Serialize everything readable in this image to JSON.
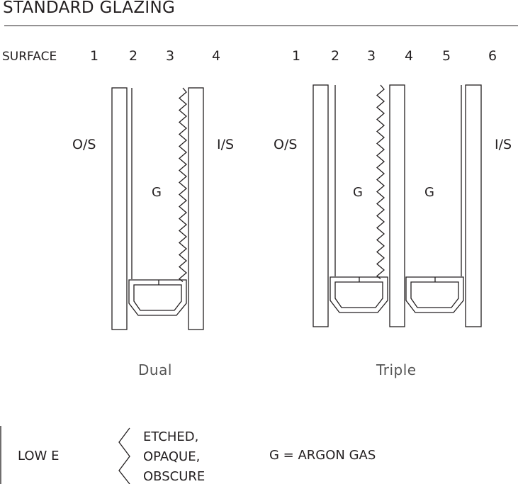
{
  "title": "STANDARD GLAZING",
  "surface_label": "SURFACE",
  "dual": {
    "surfaces": [
      "1",
      "2",
      "3",
      "4"
    ],
    "outside_label": "O/S",
    "inside_label": "I/S",
    "gas_label": "G",
    "caption": "Dual"
  },
  "triple": {
    "surfaces": [
      "1",
      "2",
      "3",
      "4",
      "5",
      "6"
    ],
    "outside_label": "O/S",
    "inside_label": "I/S",
    "gas_labels": [
      "G",
      "G"
    ],
    "caption": "Triple"
  },
  "legend": {
    "low_e": "LOW E",
    "etched_lines": [
      "ETCHED,",
      "OPAQUE,",
      "OBSCURE"
    ],
    "argon": "G = ARGON GAS"
  },
  "colors": {
    "ink": "#231f20",
    "caption": "#555555"
  }
}
